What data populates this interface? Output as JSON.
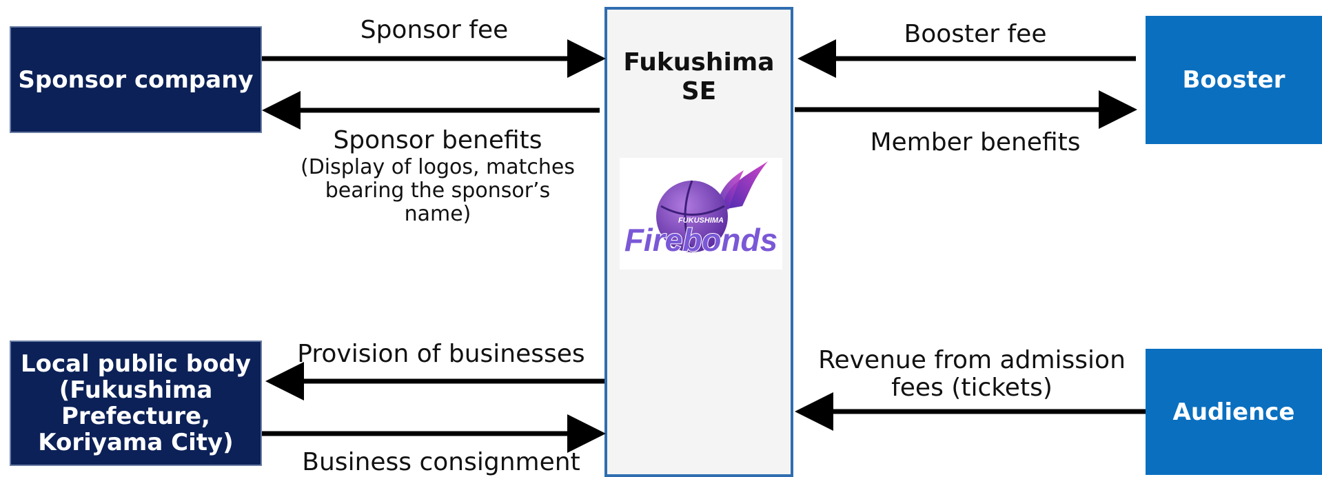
{
  "nodes": {
    "sponsor": "Sponsor company",
    "local": "Local public body\n(Fukushima\nPrefecture,\nKoriyama City)",
    "booster": "Booster",
    "audience": "Audience",
    "center": "Fukushima\nSE"
  },
  "logo": {
    "top_text": "FUKUSHIMA",
    "main_text": "Firebonds"
  },
  "flows": {
    "sponsor_fee": "Sponsor fee",
    "sponsor_benefits": "Sponsor benefits",
    "sponsor_benefits_detail": "(Display of logos, matches\nbearing the sponsor’s\nname)",
    "booster_fee": "Booster fee",
    "member_benefits": "Member benefits",
    "provision": "Provision of businesses",
    "consignment": "Business consignment",
    "revenue": "Revenue from admission\nfees (tickets)"
  },
  "colors": {
    "dark_box": "#0c2157",
    "blue_box": "#0a6fbf",
    "center_border": "#2f6db0",
    "logo_purple": "#6a3fb0"
  }
}
